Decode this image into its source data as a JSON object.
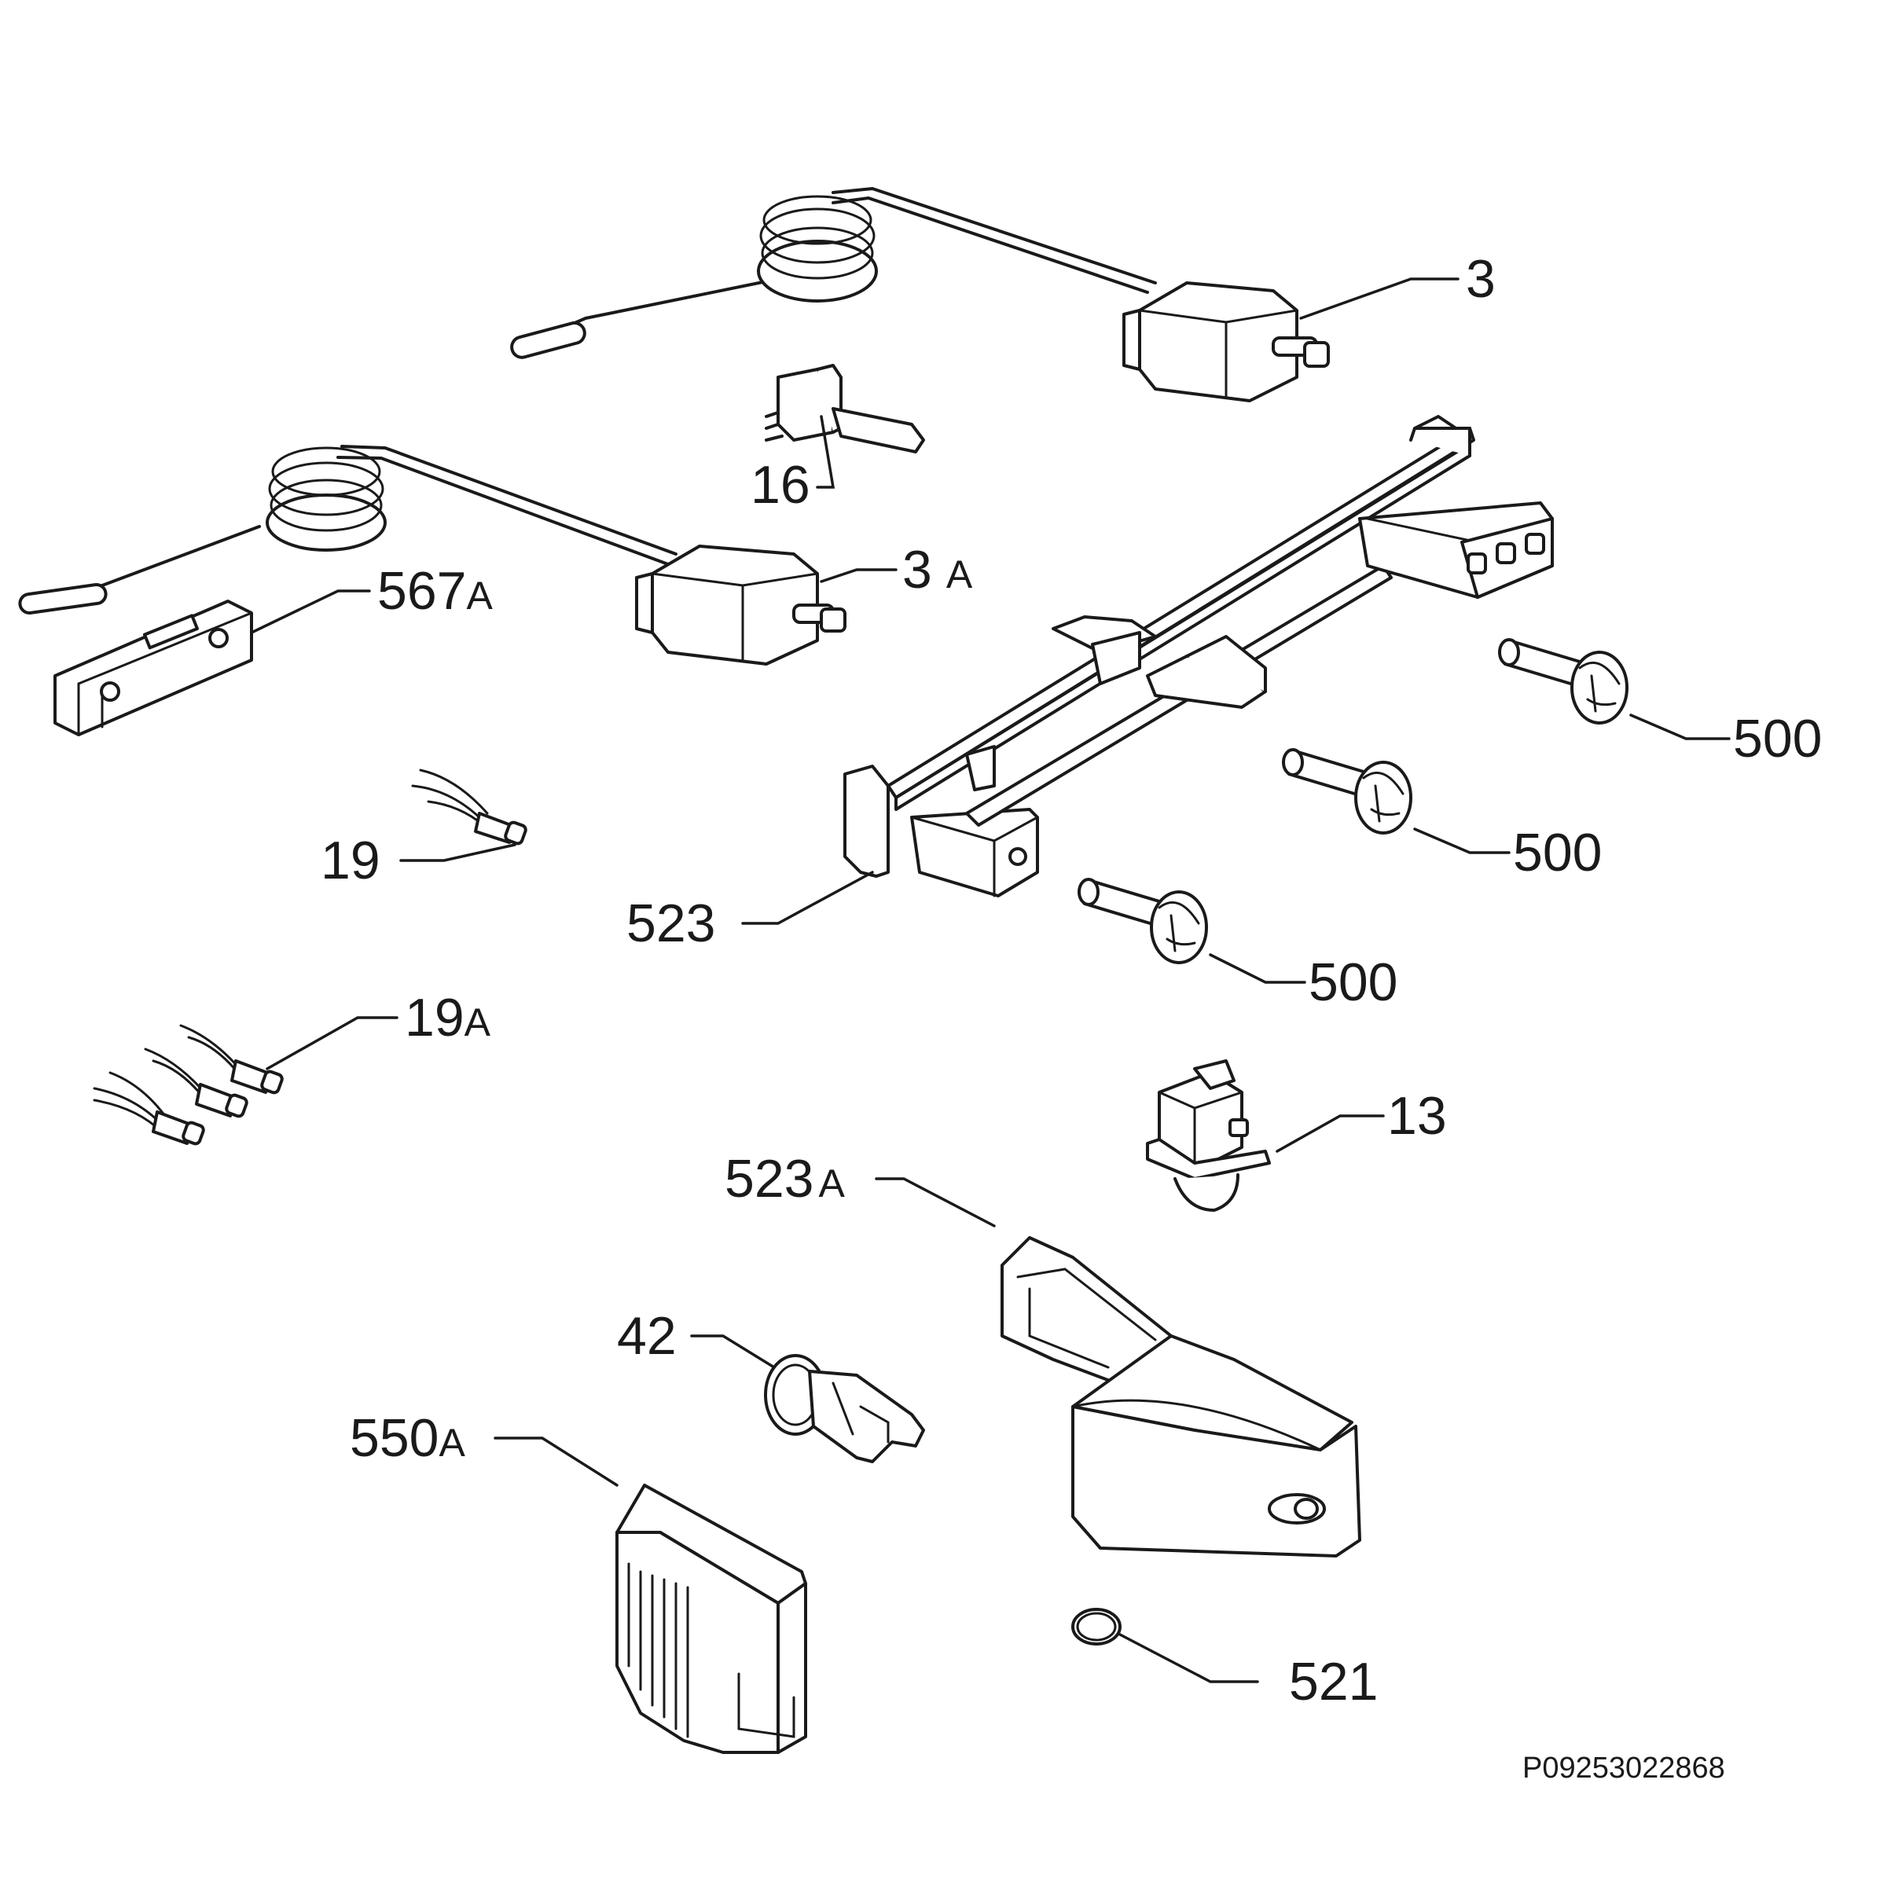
{
  "callouts": {
    "p3": "3",
    "p16": "16",
    "p3a_num": "3",
    "p3a_suffix": "A",
    "p567a_num": "567",
    "p567a_suffix": "A",
    "p500_a": "500",
    "p500_b": "500",
    "p500_c": "500",
    "p19": "19",
    "p523": "523",
    "p19a_num": "19",
    "p19a_suffix": "A",
    "p13": "13",
    "p523a_num": "523",
    "p523a_suffix": "A",
    "p42": "42",
    "p550a_num": "550",
    "p550a_suffix": "A",
    "p521": "521"
  },
  "reference_code": "P09253022868"
}
